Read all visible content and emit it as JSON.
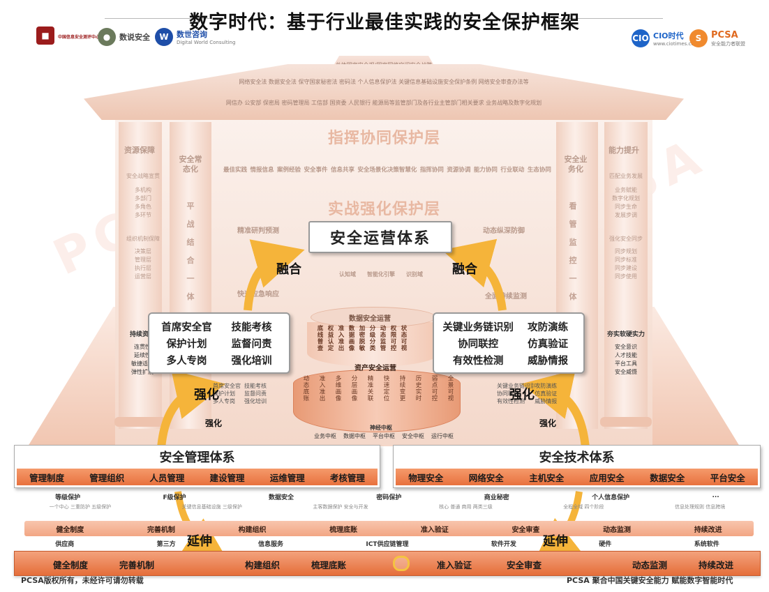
{
  "title": "数字时代：基于行业最佳实践的安全保护框架",
  "logos": {
    "left": [
      {
        "name": "中国信息安全测评中心",
        "sub": ""
      },
      {
        "name": "数说安全",
        "sub": ""
      },
      {
        "name": "数世咨询",
        "sub": "Digital World Consulting"
      }
    ],
    "right": [
      {
        "name": "CIO时代",
        "sub": "www.ciotimes.com"
      },
      {
        "name": "PCSA",
        "sub": "安全能力者联盟"
      }
    ]
  },
  "roof": {
    "line1": "总体国家安全观/国家网络空间安全战略",
    "line2": "网络安全法  数据安全法  保守国家秘密法  密码法  个人信息保护法  关键信息基础设施安全保护条例  网络安全审查办法等",
    "line3": "网信办  公安部  保密局  密码管理局  工信部  国资委  人民银行  能源局等监管部门及各行业主管部门相关要求  业务战略及数字化规划"
  },
  "layers": {
    "command": "指挥协同保护层",
    "combat": "实战强化保护层"
  },
  "pillars": {
    "left_col": {
      "title": "资源保障",
      "items": [
        "安全战略宣贯",
        "多机构",
        "多部门",
        "多角色",
        "多环节",
        "组织机制保障",
        "决策层",
        "管理层",
        "执行层",
        "运营层"
      ]
    },
    "right_col": {
      "title": "能力提升",
      "items": [
        "匹配业务发展",
        "业务赋能",
        "数字化规划",
        "同步生命",
        "发展步调",
        "强化安全同步",
        "同步规划",
        "同步标准",
        "同步建设",
        "同步使用"
      ]
    },
    "left_vertical": "平战结合一体",
    "right_vertical": "看管监控一体",
    "left_top": "安全常态化",
    "right_top": "安全业务化",
    "left_bottom_title": "持续资金",
    "left_bottom_items": [
      "连贯性",
      "延续性",
      "敏捷适配",
      "弹性扩展"
    ],
    "right_bottom_title": "夯实软硬实力",
    "right_bottom_items": [
      "安全意识",
      "人才技能",
      "平台工具",
      "安全威慑"
    ]
  },
  "ghost_text": {
    "command_row": [
      "最佳实践",
      "情报信息",
      "案例经验",
      "安全事件",
      "信息共享",
      "安全场景化决策智慧化",
      "指挥协同",
      "资源协调",
      "能力协同",
      "行业联动",
      "生态协同"
    ],
    "sub_left": "精准研判预测",
    "sub_right": "动态纵深防御",
    "sub_mid_left": "快速应急响应",
    "sub_mid_right": "全面持续监测",
    "center_items": [
      "认知域",
      "智能化引擎",
      "识别域"
    ],
    "data_ops": "数据安全运营",
    "asset_ops": "资产安全运营",
    "hub": "神经中枢",
    "hub_items": [
      "业务中枢",
      "数据中枢",
      "平台中枢",
      "安全中枢",
      "运行中枢"
    ]
  },
  "cylinder": {
    "top_cols": [
      "底线",
      "普查",
      "权益",
      "认定",
      "准入",
      "准出",
      "数据",
      "画像",
      "加密",
      "脱敏",
      "分级",
      "分类",
      "动态",
      "监管",
      "权限",
      "可控",
      "状态",
      "可视"
    ],
    "bottom_cols": [
      "动态底账",
      "准入准出",
      "多维画像",
      "分层画像",
      "精准关联",
      "快速定位",
      "持续变更",
      "历史实时",
      "弱点可控",
      "全景可视"
    ]
  },
  "center": {
    "ops_title": "安全运营体系",
    "fuse": "融合"
  },
  "cards": {
    "left": [
      "首席安全官",
      "技能考核",
      "保护计划",
      "监督问责",
      "多人专岗",
      "强化培训"
    ],
    "right": [
      "关键业务链识别",
      "攻防演练",
      "协同联控",
      "仿真验证",
      "有效性检测",
      "威胁情报"
    ]
  },
  "words": {
    "strengthen": "强化",
    "extend": "延伸"
  },
  "mgmt": {
    "title": "安全管理体系",
    "items": [
      "管理制度",
      "管理组织",
      "人员管理",
      "建设管理",
      "运维管理",
      "考核管理"
    ]
  },
  "tech": {
    "title": "安全技术体系",
    "items": [
      "物理安全",
      "网络安全",
      "主机安全",
      "应用安全",
      "数据安全",
      "平台安全"
    ]
  },
  "protection_row": [
    "等级保护",
    "F级保护",
    "数据安全",
    "密码保护",
    "商业秘密",
    "个人信息保护",
    "..."
  ],
  "protection_ghost": [
    "一个中心 三重防护 五级保护",
    "关键信息基础设施 三级保护",
    "主客数据保护 安全与开发",
    "核心 普通 商用 两类三级",
    "全程全域 四个阶段",
    "信息处理规则 信息跨境"
  ],
  "band1": [
    "健全制度",
    "完善机制",
    "",
    "构建组织",
    "梳理底账",
    "准入验证",
    "安全审查",
    "动态监测",
    "持续改进"
  ],
  "band2": [
    "供应商",
    "第三方",
    "信息服务",
    "ICT供应链管理",
    "软件开发",
    "硬件",
    "系统软件"
  ],
  "bottom": [
    "健全制度",
    "完善机制",
    "构建组织",
    "梳理底账",
    "准入验证",
    "安全审查",
    "动态监测",
    "持续改进"
  ],
  "footer": {
    "left": "PCSA版权所有，未经许可请勿转载",
    "right": "PCSA 聚合中国关键安全能力  赋能数字智能时代"
  },
  "watermark": "PCSA",
  "colors": {
    "accent": "#e8713e",
    "arrow": "#f5b43a",
    "layer_text": "#e8b8a2"
  }
}
